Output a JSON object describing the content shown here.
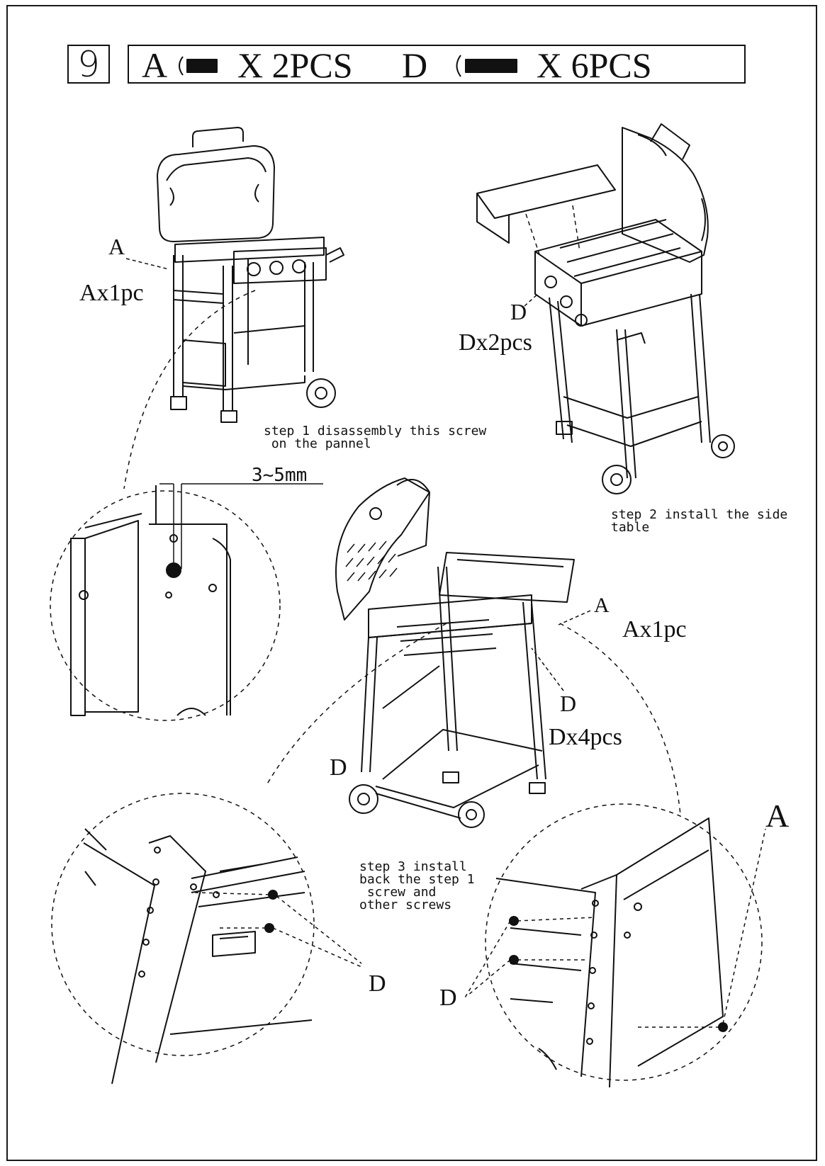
{
  "header": {
    "step_number": "9",
    "parts": [
      {
        "letter": "A",
        "qty": "X 2PCS"
      },
      {
        "letter": "D",
        "qty": "X 6PCS"
      }
    ]
  },
  "labels": {
    "a_top": "A",
    "a_top_qty": "Ax1pc",
    "d_top": "D",
    "d_top_qty": "Dx2pcs",
    "a_mid": "A",
    "a_mid_qty": "Ax1pc",
    "d_mid": "D",
    "d_mid_qty": "Dx4pcs",
    "d_left": "D",
    "a_right": "A",
    "d_detail_left": "D",
    "d_detail_right": "D",
    "dimension": "3~5mm"
  },
  "steps": {
    "step1": "step 1 disassembly this screw\n on the pannel",
    "step2": "step 2 install the side\ntable",
    "step3": "step 3 install\nback the step 1\n screw and\nother screws"
  },
  "icons": [
    "screw-a-icon",
    "screw-d-icon"
  ]
}
